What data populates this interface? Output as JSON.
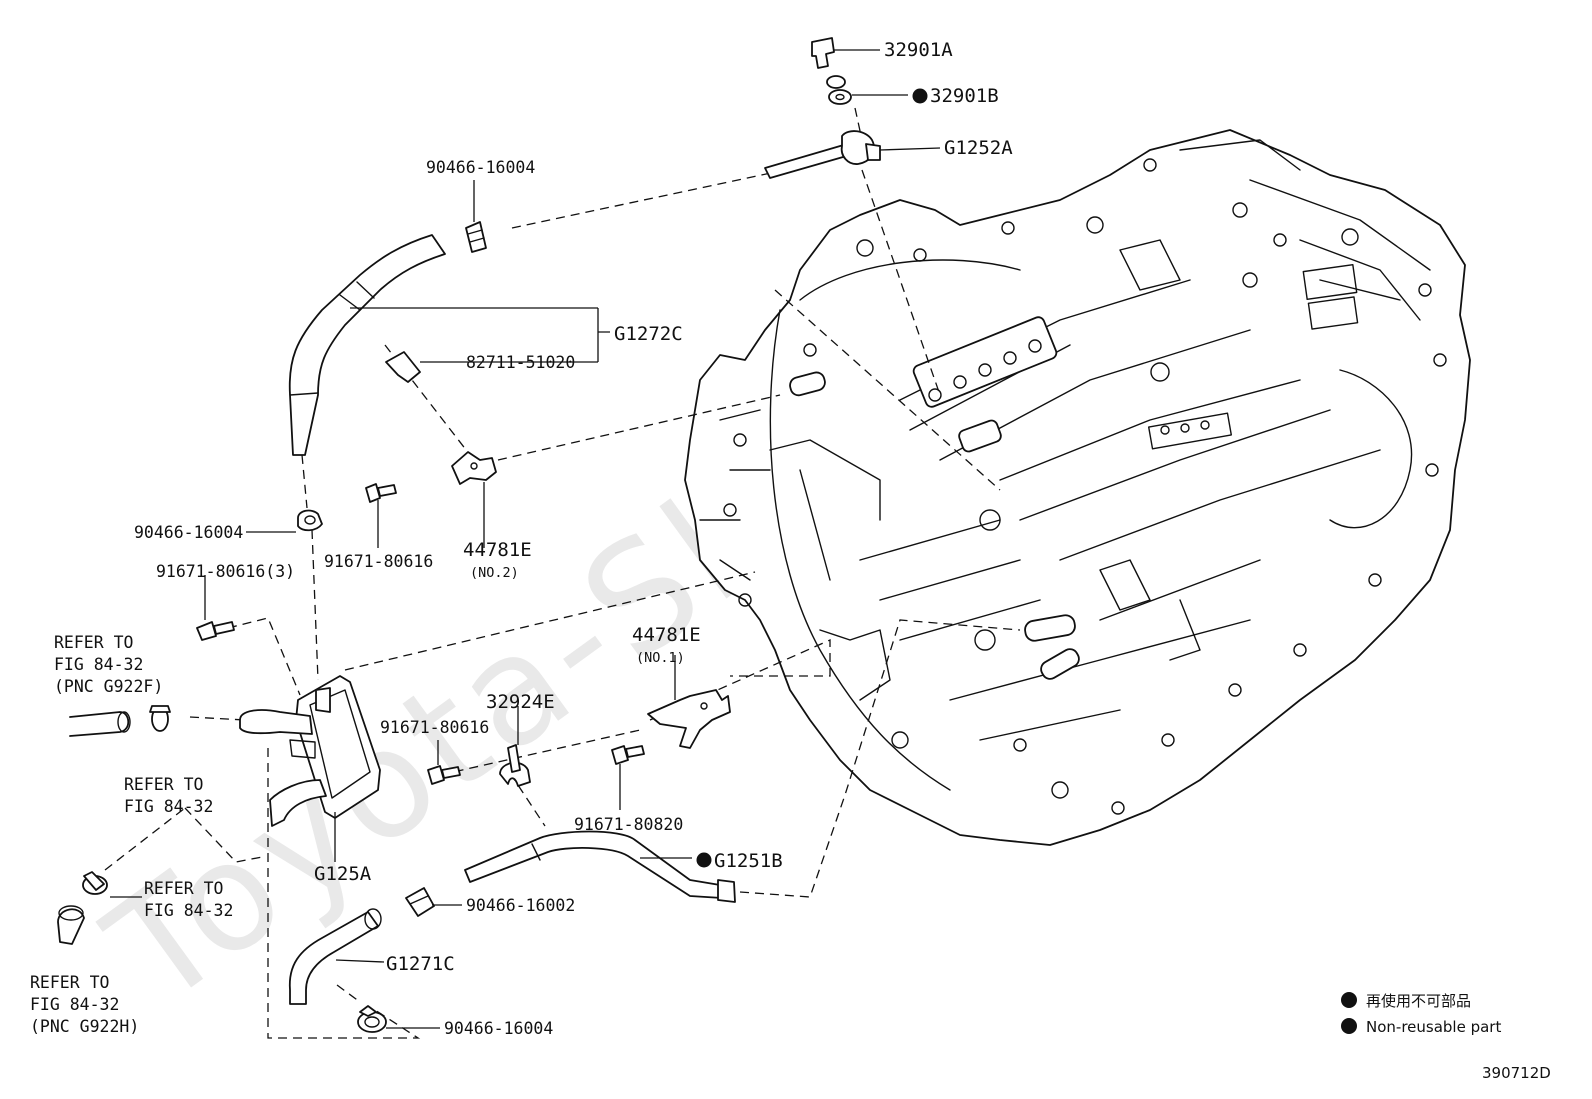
{
  "watermark": "Toyota-Shop.ru",
  "diagram_id": "390712D",
  "legend": {
    "symbol": "●",
    "line_ja": "再使用不可部品",
    "line_en": "Non-reusable part"
  },
  "labels": {
    "p32901A": "32901A",
    "p32901B": "32901B",
    "pG1252A": "G1252A",
    "p90466_16004_top": "90466-16004",
    "pG1272C": "G1272C",
    "p82711_51020": "82711-51020",
    "p90466_16004_left": "90466-16004",
    "p91671_80616_3": "91671-80616(3)",
    "p91671_80616_a": "91671-80616",
    "p44781E_no2": "44781E",
    "p44781E_no2_sub": "(NO.2)",
    "p44781E_no1": "44781E",
    "p44781E_no1_sub": "(NO.1)",
    "p32924E": "32924E",
    "p91671_80616_b": "91671-80616",
    "p91671_80820": "91671-80820",
    "pG1251B": "G1251B",
    "p90466_16002": "90466-16002",
    "pG1271C": "G1271C",
    "p90466_16004_bottom": "90466-16004",
    "pG125A": "G125A"
  },
  "refer_notes": {
    "r1_l1": "REFER TO",
    "r1_l2": "FIG 84-32",
    "r1_l3": "(PNC G922F)",
    "r2_l1": "REFER TO",
    "r2_l2": "FIG 84-32",
    "r3_l1": "REFER TO",
    "r3_l2": "FIG 84-32",
    "r4_l1": "REFER TO",
    "r4_l2": "FIG 84-32",
    "r4_l3": "(PNC G922H)"
  },
  "non_reusable_marker": "●"
}
